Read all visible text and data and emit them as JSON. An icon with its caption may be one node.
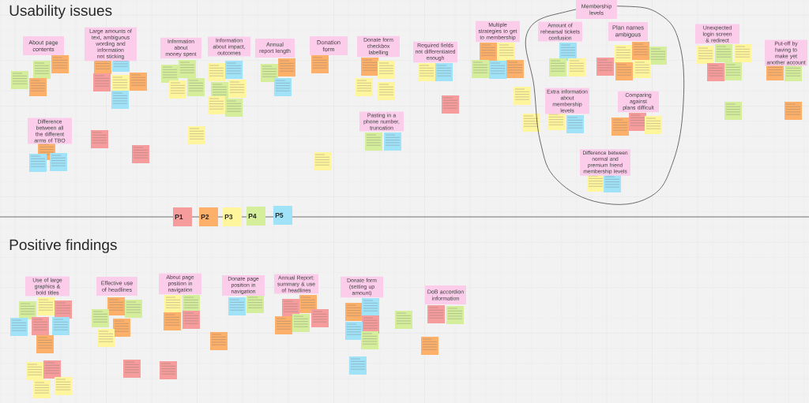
{
  "diagram": {
    "nodes": [
      {
        "text": [
          "About page contents"
        ]
      },
      {
        "text": [
          "Large amounts of text, ambiguous wording and information not sticking"
        ]
      },
      {
        "text": [
          "Information about money spent"
        ]
      },
      {
        "text": [
          "Information about impact, outcomes"
        ]
      },
      {
        "text": [
          "Annual report length"
        ]
      },
      {
        "text": [
          "Donation form"
        ]
      },
      {
        "text": [
          "Donate form checkbox labelling"
        ]
      },
      {
        "text": [
          "Difference between all the different arms of TBO"
        ]
      },
      {
        "text": [
          "Pasting in a phone number, truncation"
        ]
      },
      {
        "text": [
          "Required fields not differentiated enough"
        ]
      },
      {
        "text": [
          "Multiple strategies to get to membership"
        ]
      },
      {
        "text": [],
        "shape": "cloud"
      },
      {
        "text": [
          "Membership levels"
        ],
        "in": 11
      },
      {
        "text": [
          "Amount of rehearsal tickets confusion"
        ],
        "in": 11
      },
      {
        "text": [
          "Plan names ambigous"
        ],
        "in": 11
      },
      {
        "text": [
          "Extra information about membership levels"
        ],
        "in": 11
      },
      {
        "text": [
          "Comparing against plans difficult"
        ],
        "in": 11
      },
      {
        "text": [
          "Difference between normal and premium friend membership levels"
        ],
        "in": 11
      },
      {
        "text": [
          "Unexpected login screen & redirect"
        ]
      },
      {
        "text": [
          "Put-off by having to make yet another account"
        ]
      },
      {
        "text": [
          "Use of large graphics & bold titles"
        ]
      },
      {
        "text": [
          "Effective use of headlines"
        ]
      },
      {
        "text": [
          "About page position in navigation"
        ]
      },
      {
        "text": [
          "Donate page position in navigation"
        ]
      },
      {
        "text": [
          "Annual Report: summary & use of headlines"
        ]
      },
      {
        "text": [
          "Donate form (setting up amount)"
        ]
      },
      {
        "text": [
          "DoB accordion information"
        ]
      }
    ],
    "labels": [
      "Usability issues",
      "Positive findings"
    ],
    "legend": [
      {
        "text": "P1",
        "color": "#f79c9c"
      },
      {
        "text": "P2",
        "color": "#fdb06a"
      },
      {
        "text": "P3",
        "color": "#fff59d"
      },
      {
        "text": "P4",
        "color": "#d5ee9c"
      },
      {
        "text": "P5",
        "color": "#a0e3f9"
      }
    ]
  }
}
